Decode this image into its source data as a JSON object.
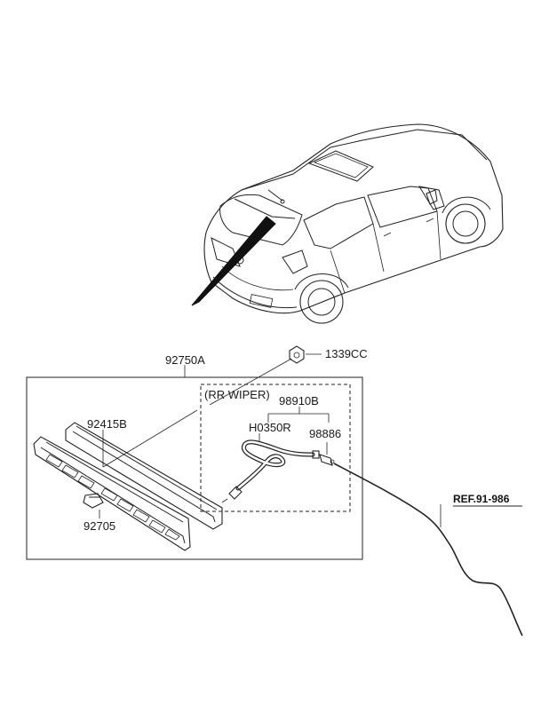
{
  "labels": {
    "assembly": "92750A",
    "nut": "1339CC",
    "group_title": "(RR WIPER)",
    "hose_kit": "98910B",
    "hose": "H0350R",
    "nozzle": "98886",
    "lens": "92415B",
    "bulb": "92705",
    "reference": "REF.91-986"
  },
  "icons": {
    "vehicle": "car-rear-three-quarter-icon",
    "pointer": "wedge-arrow-icon",
    "lamp": "high-mount-stop-lamp-icon",
    "nut": "hex-nut-icon",
    "hose": "washer-hose-icon",
    "nozzle": "washer-nozzle-icon",
    "bulb": "bulb-socket-icon"
  }
}
